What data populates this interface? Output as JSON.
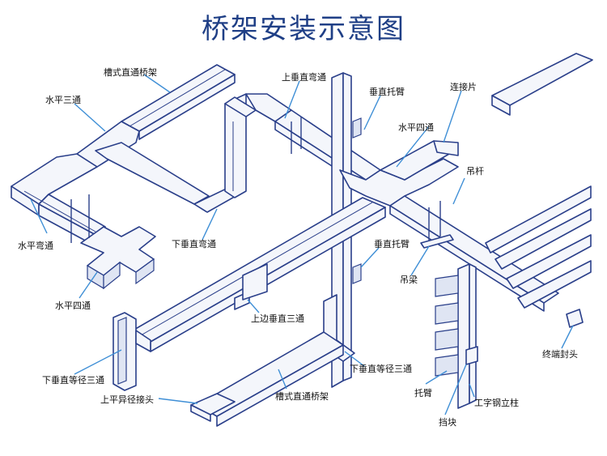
{
  "title": "桥架安装示意图",
  "labels": {
    "trough_straight_top": "槽式直通桥架",
    "horizontal_tee": "水平三通",
    "upper_vertical_elbow": "上垂直弯通",
    "vertical_bracket_top": "垂直托臂",
    "connector_plate": "连接片",
    "horizontal_cross_right": "水平四通",
    "hanger_rod": "吊杆",
    "horizontal_elbow": "水平弯通",
    "lower_vertical_elbow": "下垂直弯通",
    "vertical_bracket_mid": "垂直托臂",
    "hanger_beam": "吊梁",
    "horizontal_cross_left": "水平四通",
    "upper_vertical_tee": "上边垂直三通",
    "end_cap": "终端封头",
    "lower_equal_tee_left": "下垂直等径三通",
    "lower_equal_tee_right": "下垂直等径三通",
    "upper_reducer": "上平异径接头",
    "trough_straight_bottom": "槽式直通桥架",
    "support_arm": "托臂",
    "i_beam_column": "工字钢立柱",
    "stopper_block": "挡块"
  }
}
